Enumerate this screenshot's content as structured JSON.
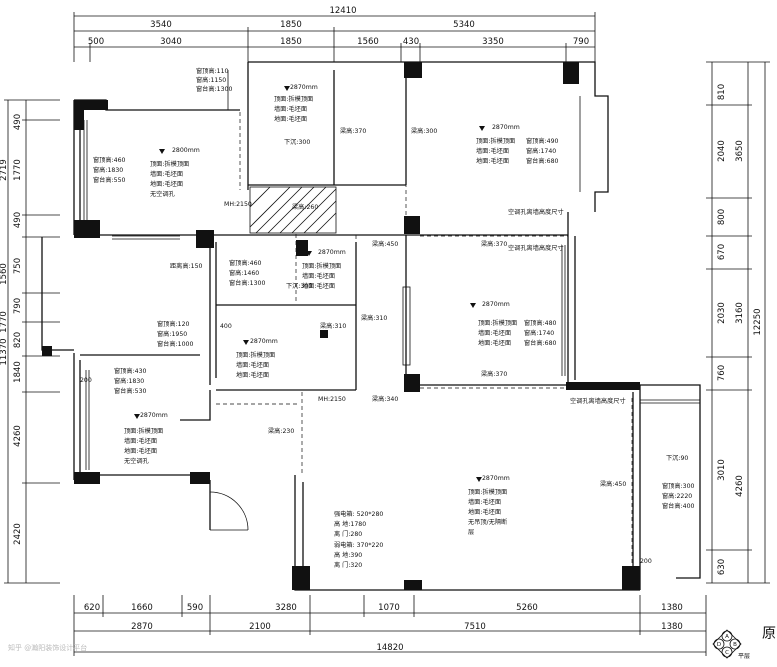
{
  "dimensions": {
    "top_total": "12410",
    "top_row1": [
      "3540",
      "1850",
      "5340"
    ],
    "top_row2": [
      "500",
      "3040",
      "1850",
      "1560",
      "430",
      "3350",
      "790"
    ],
    "bottom_row1": [
      "620",
      "1660",
      "590",
      "3280",
      "1070",
      "5260",
      "1380"
    ],
    "bottom_row2": [
      "2870",
      "2100",
      "7510",
      "1380"
    ],
    "bottom_total": "14820",
    "left_inner": [
      "490",
      "2719",
      "1770",
      "490",
      "1560",
      "750",
      "1770",
      "790",
      "820",
      "1840",
      "4260",
      "2420"
    ],
    "left_total": "11370",
    "right_inner": [
      "810",
      "2040",
      "800",
      "670",
      "2030",
      "760",
      "3010",
      "630"
    ],
    "right_mid": [
      "3650",
      "3160",
      "4260"
    ],
    "right_total": "12250"
  },
  "rooms": {
    "top_left_window": [
      "窗顶高:110",
      "窗高:1150",
      "窗台高:1300"
    ],
    "room_nw": {
      "height": "2800mm",
      "window": [
        "窗顶高:460",
        "窗高:1830",
        "窗台高:550"
      ],
      "finishes": [
        "顶面:拆模顶面",
        "墙面:毛坯面",
        "地面:毛坯面",
        "无空调孔"
      ]
    },
    "room_top_center": {
      "height": "2870mm",
      "finishes": [
        "顶面:拆模顶面",
        "墙面:毛坯面",
        "地面:毛坯面"
      ],
      "note": "下沉:300"
    },
    "room_ne": {
      "height": "2870mm",
      "finishes": [
        "顶面:拆模顶面",
        "墙面:毛坯面",
        "地面:毛坯面"
      ],
      "window": [
        "窗顶高:490",
        "窗高:1740",
        "窗台高:680"
      ]
    },
    "room_center": {
      "height": "2870mm",
      "window": [
        "窗顶高:460",
        "窗高:1460",
        "窗台高:1300"
      ],
      "finishes": [
        "顶面:拆模顶面",
        "墙面:毛坯面",
        "地面:毛坯面"
      ],
      "notes": [
        "下沉:300",
        "距离高:150"
      ]
    },
    "room_east_mid": {
      "height": "2870mm",
      "finishes": [
        "顶面:拆模顶面",
        "墙面:毛坯面",
        "地面:毛坯面"
      ],
      "window": [
        "窗顶高:480",
        "窗高:1740",
        "窗台高:680"
      ]
    },
    "bath": {
      "height": "2870mm",
      "finishes": [
        "顶面:拆模顶面",
        "墙面:毛坯面",
        "地面:毛坯面"
      ],
      "window": [
        "窗顶高:120",
        "窗高:1950",
        "窗台高:1000"
      ],
      "tag": "400"
    },
    "room_sw": {
      "height": "2870mm",
      "window": [
        "窗顶高:430",
        "窗高:1830",
        "窗台高:530"
      ],
      "finishes": [
        "顶面:拆模顶面",
        "墙面:毛坯面",
        "地面:毛坯面",
        "无空调孔"
      ],
      "tag": "200"
    },
    "living": {
      "height": "2870mm",
      "finishes": [
        "顶面:拆模顶面",
        "墙面:毛坯面",
        "地面:毛坯面",
        "无吊顶/无隔断",
        "层"
      ],
      "elec_box": [
        "强电箱: 520*280",
        "高 地:1780",
        "离 门:280"
      ],
      "weak_box": [
        "弱电箱: 370*220",
        "高 地:390",
        "离 门:320"
      ]
    },
    "balcony": {
      "note": "下沉:90",
      "window": [
        "窗顶高:300",
        "窗高:2220",
        "窗台高:400"
      ],
      "tag": "200"
    }
  },
  "beams": {
    "b370": "梁高:370",
    "b300": "梁高:300",
    "b260": "梁高:260",
    "b450a": "梁高:450",
    "b370b": "梁高:370",
    "b310a": "梁高:310",
    "b310b": "梁高:310",
    "b370c": "梁高:370",
    "b340": "梁高:340",
    "b230": "梁高:230",
    "b450b": "梁高:450"
  },
  "markers": {
    "mh_2150_a": "MH:2150",
    "mh_2150_b": "MH:2150",
    "ac_hole_1": "空调孔离墙高度尺寸",
    "ac_hole_2": "空调孔离墙高度尺寸",
    "ac_hole_3": "空调孔离墙高度尺寸"
  },
  "north_arrow": {
    "letters": [
      "A",
      "B",
      "C",
      "D"
    ],
    "title": "原",
    "subtitle": "平层"
  },
  "watermark": "知乎 @瀚阳装饰设计平台"
}
